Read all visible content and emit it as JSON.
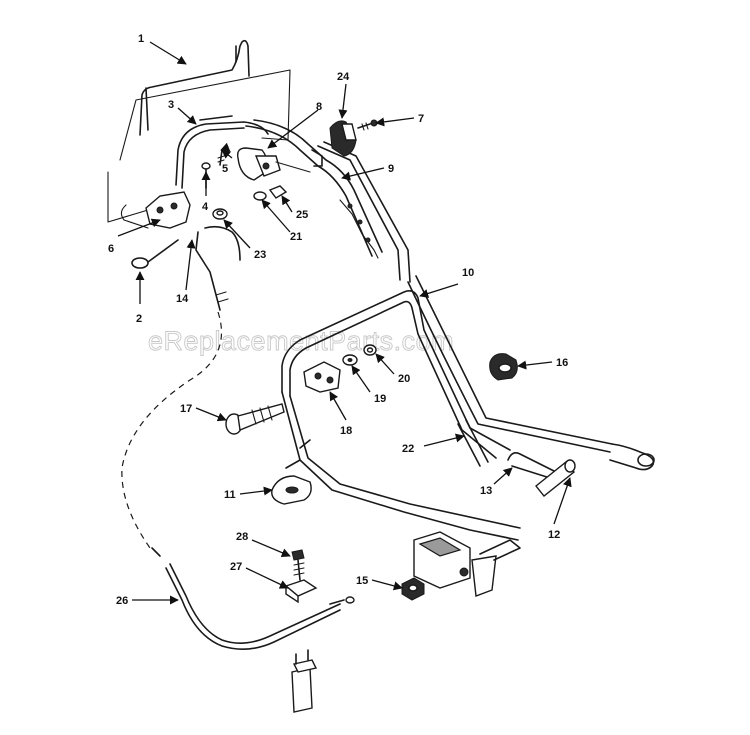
{
  "watermark": "eReplacementParts.com",
  "labels": [
    {
      "id": "1",
      "text": "1"
    },
    {
      "id": "2",
      "text": "2"
    },
    {
      "id": "3",
      "text": "3"
    },
    {
      "id": "4",
      "text": "4"
    },
    {
      "id": "5",
      "text": "5"
    },
    {
      "id": "6",
      "text": "6"
    },
    {
      "id": "7",
      "text": "7"
    },
    {
      "id": "8",
      "text": "8"
    },
    {
      "id": "9",
      "text": "9"
    },
    {
      "id": "10",
      "text": "10"
    },
    {
      "id": "11",
      "text": "11"
    },
    {
      "id": "12",
      "text": "12"
    },
    {
      "id": "13",
      "text": "13"
    },
    {
      "id": "14",
      "text": "14"
    },
    {
      "id": "15",
      "text": "15"
    },
    {
      "id": "16",
      "text": "16"
    },
    {
      "id": "17",
      "text": "17"
    },
    {
      "id": "18",
      "text": "18"
    },
    {
      "id": "19",
      "text": "19"
    },
    {
      "id": "20",
      "text": "20"
    },
    {
      "id": "21",
      "text": "21"
    },
    {
      "id": "22",
      "text": "22"
    },
    {
      "id": "23",
      "text": "23"
    },
    {
      "id": "24",
      "text": "24"
    },
    {
      "id": "25",
      "text": "25"
    },
    {
      "id": "26",
      "text": "26"
    },
    {
      "id": "27",
      "text": "27"
    },
    {
      "id": "28",
      "text": "28"
    }
  ]
}
